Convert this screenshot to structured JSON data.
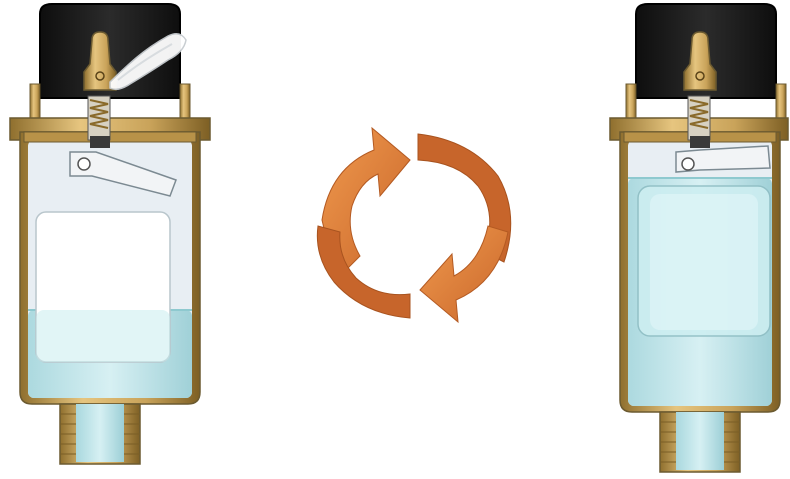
{
  "figure": {
    "kind": "cutaway-diagram",
    "panels": [
      {
        "id": "left",
        "state": "float-down-valve-open",
        "water_level": 0.35,
        "venting": true
      },
      {
        "id": "right",
        "state": "float-up-valve-closed",
        "water_level": 0.92,
        "venting": false
      }
    ],
    "cycle_icon": "cycle-arrows-icon",
    "colors": {
      "cap": "#1e1e1e",
      "brass": "#c9a35a",
      "brass_dark": "#8f6f2e",
      "glass": "#e8eef3",
      "water": "#bfe6ea",
      "water_dark": "#8ec9cf",
      "float": "#ffffff",
      "arrow": "#e8823a",
      "arrow_dark": "#c86a2a"
    }
  }
}
